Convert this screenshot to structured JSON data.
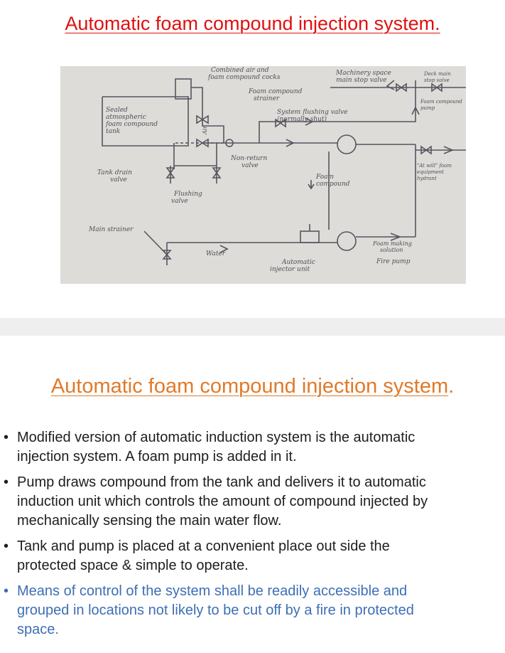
{
  "slide1": {
    "title": "Automatic foam compound injection system.",
    "diagram": {
      "labels": {
        "combined_air": "Combined air and",
        "combined_air2": "foam compound cocks",
        "machinery_space": "Machinery space",
        "main_stop_valve": "main stop valve",
        "deck_main": "Deck main",
        "deck_main2": "stop valve",
        "foam_strainer": "Foam compound",
        "foam_strainer2": "strainer",
        "system_flushing": "System flushing valve",
        "system_flushing2": "(normally shut)",
        "foam_pump": "Foam compound",
        "foam_pump2": "pump",
        "sealed_tank": "Sealed",
        "sealed_tank2": "atmospheric",
        "sealed_tank3": "foam compound",
        "sealed_tank4": "tank",
        "air": "Air",
        "non_return": "Non-return",
        "non_return2": "valve",
        "tank_drain": "Tank drain",
        "tank_drain2": "valve",
        "at_will": "\"At will\" foam",
        "at_will2": "equipment",
        "at_will3": "hydrant",
        "foam_compound": "Foam",
        "foam_compound2": "compound",
        "flushing_valve": "Flushing",
        "flushing_valve2": "valve",
        "main_strainer": "Main strainer",
        "water": "Water",
        "foam_making": "Foam making",
        "foam_making2": "solution",
        "fire_pump": "Fire pump",
        "auto_injector": "Automatic",
        "auto_injector2": "injector unit"
      }
    }
  },
  "slide2": {
    "title": "Automatic foam compound injection system",
    "title_period": ".",
    "bullets": [
      "Modified version of automatic induction system is the automatic\ninjection system. A foam pump is added in it.",
      "Pump draws compound from the tank and delivers it to automatic\ninduction unit  which controls the amount  of compound injected by\nmechanically sensing the main water flow.",
      "Tank  and  pump is placed at a convenient place  out side the\nprotected space & simple to operate.",
      "Means of control of the system  shall be readily accessible and\ngrouped in locations not likely to be cut off by a fire in protected\nspace."
    ],
    "bullet_glyph": "•",
    "last_bullet_color": "#3d6fb5"
  }
}
